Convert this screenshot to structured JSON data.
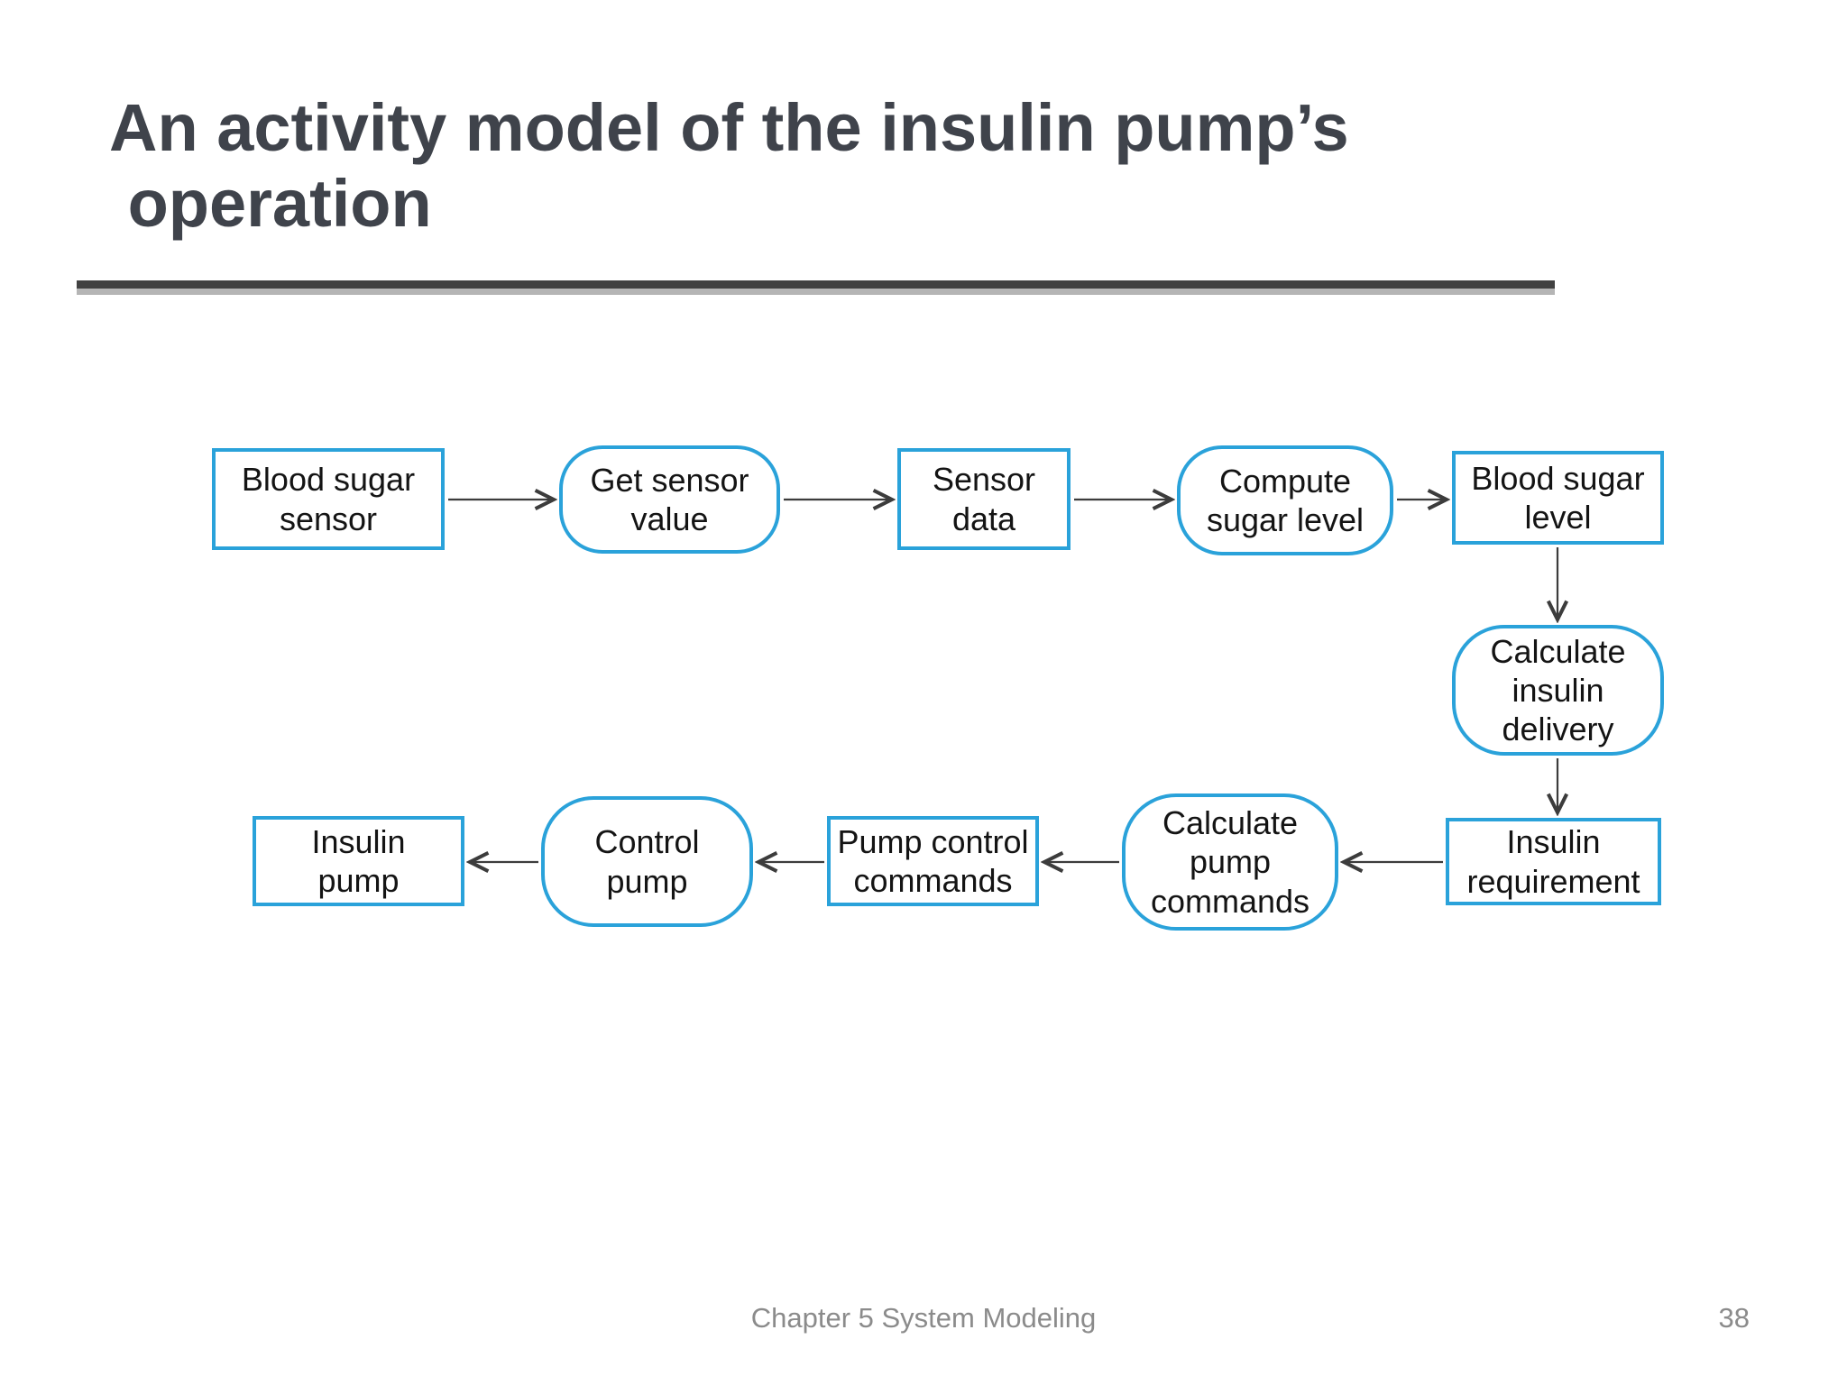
{
  "slide": {
    "title": "An activity model of the insulin pump’s\n operation",
    "footer": "Chapter 5 System Modeling",
    "page_number": "38"
  },
  "colors": {
    "node_border": "#2aa2da",
    "title_text": "#3f434b",
    "arrow": "#3c3c3c",
    "footer_text": "#8b8b8b",
    "divider_dark": "#414141",
    "divider_light": "#b5b5b5"
  },
  "diagram": {
    "nodes": [
      {
        "id": "blood-sugar-sensor",
        "shape": "rect",
        "label": "Blood sugar\nsensor"
      },
      {
        "id": "get-sensor-value",
        "shape": "rounded",
        "label": "Get sensor\nvalue"
      },
      {
        "id": "sensor-data",
        "shape": "rect",
        "label": "Sensor\ndata"
      },
      {
        "id": "compute-sugar-level",
        "shape": "rounded",
        "label": "Compute\nsugar level"
      },
      {
        "id": "blood-sugar-level",
        "shape": "rect",
        "label": "Blood sugar\nlevel"
      },
      {
        "id": "calculate-insulin-delivery",
        "shape": "rounded",
        "label": "Calculate\ninsulin\ndelivery"
      },
      {
        "id": "insulin-requirement",
        "shape": "rect",
        "label": "Insulin\nrequirement"
      },
      {
        "id": "calculate-pump-commands",
        "shape": "rounded",
        "label": "Calculate\npump\ncommands"
      },
      {
        "id": "pump-control-commands",
        "shape": "rect",
        "label": "Pump control\ncommands"
      },
      {
        "id": "control-pump",
        "shape": "rounded",
        "label": "Control\npump"
      },
      {
        "id": "insulin-pump",
        "shape": "rect",
        "label": "Insulin\npump"
      }
    ],
    "edges": [
      {
        "from": "blood-sugar-sensor",
        "to": "get-sensor-value"
      },
      {
        "from": "get-sensor-value",
        "to": "sensor-data"
      },
      {
        "from": "sensor-data",
        "to": "compute-sugar-level"
      },
      {
        "from": "compute-sugar-level",
        "to": "blood-sugar-level"
      },
      {
        "from": "blood-sugar-level",
        "to": "calculate-insulin-delivery"
      },
      {
        "from": "calculate-insulin-delivery",
        "to": "insulin-requirement"
      },
      {
        "from": "insulin-requirement",
        "to": "calculate-pump-commands"
      },
      {
        "from": "calculate-pump-commands",
        "to": "pump-control-commands"
      },
      {
        "from": "pump-control-commands",
        "to": "control-pump"
      },
      {
        "from": "control-pump",
        "to": "insulin-pump"
      }
    ]
  }
}
